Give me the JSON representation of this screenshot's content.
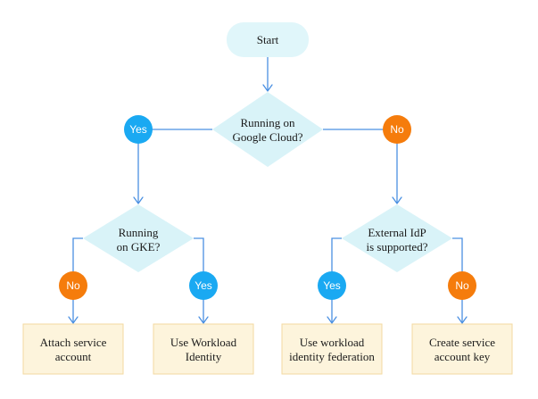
{
  "colors": {
    "start_fill": "#e0f6fa",
    "decision_fill": "#d9f3f8",
    "outcome_fill": "#fdf4dc",
    "outcome_border": "#f3d9a1",
    "edge": "#4a90e2",
    "yes_badge": "#1aa9f2",
    "no_badge": "#f57c0c"
  },
  "nodes": {
    "start": {
      "label": "Start"
    },
    "decision_cloud": {
      "lines": [
        "Running on",
        "Google Cloud?"
      ]
    },
    "decision_gke": {
      "lines": [
        "Running",
        "on GKE?"
      ]
    },
    "decision_idp": {
      "lines": [
        "External IdP",
        "is supported?"
      ]
    },
    "outcome_attach": {
      "lines": [
        "Attach service",
        "account"
      ]
    },
    "outcome_workload": {
      "lines": [
        "Use Workload",
        "Identity"
      ]
    },
    "outcome_federation": {
      "lines": [
        "Use workload",
        "identity federation"
      ]
    },
    "outcome_key": {
      "lines": [
        "Create service",
        "account key"
      ]
    }
  },
  "badges": {
    "cloud_yes": "Yes",
    "cloud_no": "No",
    "gke_no": "No",
    "gke_yes": "Yes",
    "idp_yes": "Yes",
    "idp_no": "No"
  }
}
